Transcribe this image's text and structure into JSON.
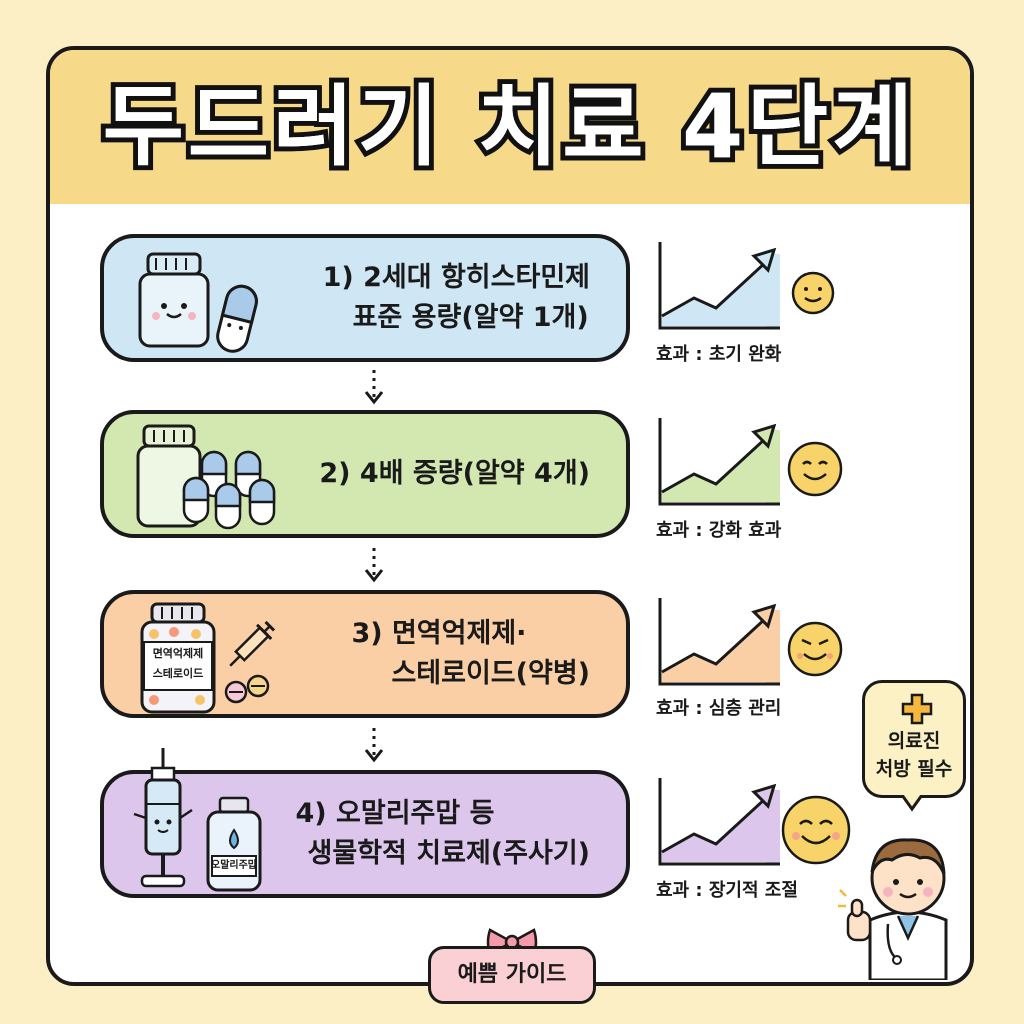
{
  "title": "두드러기 치료 4단계",
  "steps": [
    {
      "line1": "1) 2세대 항히스타민제",
      "line2": "표준 용량(알약 1개)",
      "effect": "효과 : 초기 완화",
      "color": "#cfe7f4"
    },
    {
      "line1": "2) 4배 증량(알약 4개)",
      "effect": "효과 : 강화 효과",
      "color": "#d2e8b0"
    },
    {
      "line1": "3) 면역억제제·",
      "line2": "스테로이드(약병)",
      "effect": "효과 : 심층 관리",
      "color": "#fbcfa6",
      "bottle_label_1": "면역억제제",
      "bottle_label_2": "스테로이드"
    },
    {
      "line1": "4) 오말리주맙 등",
      "line2": "생물학적 치료제(주사기)",
      "effect": "효과 : 장기적 조절",
      "color": "#dcc6ec",
      "vial_label": "오말리주맙"
    }
  ],
  "bubble": {
    "line1": "의료진",
    "line2": "처방 필수"
  },
  "guide_label": "예쁨 가이드",
  "icons": [
    "pill-bottle-icon",
    "capsule-icon",
    "syringe-icon",
    "vial-icon",
    "chart-icon",
    "smiley-icon",
    "doctor-icon",
    "plus-icon",
    "ribbon-icon"
  ]
}
